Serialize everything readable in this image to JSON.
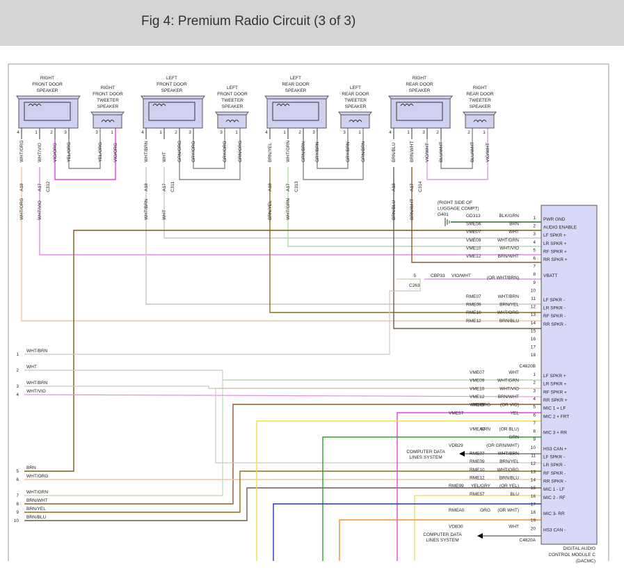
{
  "title": "Fig 4: Premium Radio Circuit (3 of 3)",
  "speakers": [
    {
      "id": "rf",
      "label": [
        "RIGHT",
        "FRONT DOOR",
        "SPEAKER"
      ],
      "tweeter": [
        "RIGHT",
        "FRONT DOOR",
        "TWEETER",
        "SPEAKER"
      ],
      "pins": [
        "4",
        "1",
        "2",
        "3"
      ],
      "tw_pins": [
        "3",
        "1"
      ],
      "wires": [
        "WHT/ORG",
        "WHT/VIO",
        "VIO/ORG",
        "YEL/ORG"
      ],
      "tw_wires": [
        "YEL/ORG",
        "VIO/ORG"
      ],
      "conn": "C312"
    },
    {
      "id": "lf",
      "label": [
        "LEFT",
        "FRONT DOOR",
        "SPEAKER"
      ],
      "tweeter": [
        "LEFT",
        "FRONT DOOR",
        "TWEETER",
        "SPEAKER"
      ],
      "pins": [
        "4",
        "1",
        "2",
        "3"
      ],
      "tw_pins": [
        "3",
        "1"
      ],
      "wires": [
        "WHT/BRN",
        "WHT",
        "GRN/ORG",
        "GRY/ORG"
      ],
      "tw_wires": [
        "GRY/ORG",
        "GRN/ORG"
      ],
      "conn": "C311"
    },
    {
      "id": "lr",
      "label": [
        "LEFT",
        "REAR DOOR",
        "SPEAKER"
      ],
      "tweeter": [
        "LEFT",
        "REAR DOOR",
        "TWEETER",
        "SPEAKER"
      ],
      "pins": [
        "4",
        "1",
        "2",
        "3"
      ],
      "tw_pins": [
        "3",
        "1"
      ],
      "wires": [
        "BRN/YEL",
        "WHT/GRN",
        "GRN/BRN",
        "GRY/BRN"
      ],
      "tw_wires": [
        "GRY/BRN",
        "GRN/BRN"
      ],
      "conn": "C313"
    },
    {
      "id": "rr",
      "label": [
        "RIGHT",
        "REAR DOOR",
        "SPEAKER"
      ],
      "tweeter": [
        "RIGHT",
        "REAR DOOR",
        "TWEETER",
        "SPEAKER"
      ],
      "pins": [
        "4",
        "1",
        "3",
        "2"
      ],
      "tw_pins": [
        "2",
        "1"
      ],
      "wires": [
        "BRN/BLU",
        "BRN/WHT",
        "VIO/WHT",
        "BLU/WHT"
      ],
      "tw_wires": [
        "BLU/WHT",
        "VIO/WHT"
      ],
      "conn": "C314"
    }
  ],
  "inline": {
    "a18": "A18",
    "a17": "A17"
  },
  "lower_speaker_wires": [
    "WHT/ORG",
    "WHT/VIO",
    "WHT/BRN",
    "WHT",
    "BRN/YEL",
    "WHT/GRN",
    "BRN/BLU",
    "BRN/WHT"
  ],
  "ground_note": [
    "(RIGHT SIDE OF",
    "LUGGAGE COMPT)",
    "G401"
  ],
  "connector_b": "C4820B",
  "connector_a": "C4820A",
  "c263": {
    "label": "C263",
    "pin": "5",
    "circuit": "CBP33",
    "wire": "VIO/WHT",
    "alt": "(OR WHT/BRN)"
  },
  "module_b_pins": [
    {
      "pin": "1",
      "func": "PWR GND",
      "circuit": "GD313",
      "wire": "BLK/GRN"
    },
    {
      "pin": "2",
      "func": "AUDIO ENABLE",
      "circuit": "SME56",
      "wire": "BRN"
    },
    {
      "pin": "3",
      "func": "LF SPKR +",
      "circuit": "VME07",
      "wire": "WHT"
    },
    {
      "pin": "4",
      "func": "LR SPKR +",
      "circuit": "VME09",
      "wire": "WHT/GRN"
    },
    {
      "pin": "5",
      "func": "RF SPKR +",
      "circuit": "VME10",
      "wire": "WHT/VIO"
    },
    {
      "pin": "6",
      "func": "RR SPKR +",
      "circuit": "VME12",
      "wire": "BRN/WHT"
    },
    {
      "pin": "7",
      "func": "",
      "circuit": "",
      "wire": ""
    },
    {
      "pin": "8",
      "func": "VBATT",
      "circuit": "",
      "wire": ""
    },
    {
      "pin": "9",
      "func": "",
      "circuit": "",
      "wire": ""
    },
    {
      "pin": "10",
      "func": "",
      "circuit": "",
      "wire": ""
    },
    {
      "pin": "11",
      "func": "LF SPKR -",
      "circuit": "RME07",
      "wire": "WHT/BRN"
    },
    {
      "pin": "12",
      "func": "LR SPKR -",
      "circuit": "RME09",
      "wire": "BRN/YEL"
    },
    {
      "pin": "13",
      "func": "RF SPKR -",
      "circuit": "RME10",
      "wire": "WHT/ORG"
    },
    {
      "pin": "14",
      "func": "RR SPKR -",
      "circuit": "RME12",
      "wire": "BRN/BLU"
    },
    {
      "pin": "15",
      "func": "",
      "circuit": "",
      "wire": ""
    },
    {
      "pin": "16",
      "func": "",
      "circuit": "",
      "wire": ""
    },
    {
      "pin": "17",
      "func": "",
      "circuit": "",
      "wire": ""
    },
    {
      "pin": "18",
      "func": "",
      "circuit": "",
      "wire": ""
    }
  ],
  "module_a_pins": [
    {
      "pin": "1",
      "func": "LF SPKR +",
      "circuit": "VME07",
      "wire": "WHT"
    },
    {
      "pin": "2",
      "func": "LR SPKR +",
      "circuit": "VME09",
      "wire": "WHT/GRN"
    },
    {
      "pin": "3",
      "func": "RF SPKR +",
      "circuit": "VME10",
      "wire": "WHT/VIO"
    },
    {
      "pin": "4",
      "func": "RR SPKR +",
      "circuit": "VME12",
      "wire": "BRN/WHT"
    },
    {
      "pin": "5",
      "func": "MIC 1 + LF",
      "circuit": "VME99",
      "wire": "VIO/ORG",
      "alt": "(OR VIO)"
    },
    {
      "pin": "6",
      "func": "MIC 2 + FRT",
      "circuit": "VME57",
      "wire": "YEL"
    },
    {
      "pin": "7",
      "func": "",
      "circuit": "",
      "wire": ""
    },
    {
      "pin": "8",
      "func": "MIC 3 + RR",
      "circuit": "VMEA0",
      "wire": "GRN",
      "alt": "(OR BLU)"
    },
    {
      "pin": "9",
      "func": "",
      "circuit": "",
      "wire": "GRN"
    },
    {
      "pin": "10",
      "func": "HS3 CAN +",
      "circuit": "VDB29",
      "wire": "",
      "alt": "(OR GRN/WHT)"
    },
    {
      "pin": "11",
      "func": "LF SPKR -",
      "circuit": "RME07",
      "wire": "WHT/BRN"
    },
    {
      "pin": "12",
      "func": "LR SPKR -",
      "circuit": "RME09",
      "wire": "BRN/YEL"
    },
    {
      "pin": "13",
      "func": "RF SPKR -",
      "circuit": "RME10",
      "wire": "WHT/ORG"
    },
    {
      "pin": "14",
      "func": "RR SPKR -",
      "circuit": "RME12",
      "wire": "BRN/BLU"
    },
    {
      "pin": "15",
      "func": "MIC 1 - LF",
      "circuit": "RME99",
      "wire": "YEL/GRY",
      "alt": "(OR YEL)"
    },
    {
      "pin": "16",
      "func": "MIC 2 - RF",
      "circuit": "RME57",
      "wire": "BLU"
    },
    {
      "pin": "17",
      "func": "",
      "circuit": "",
      "wire": ""
    },
    {
      "pin": "18",
      "func": "MIC 3- RR",
      "circuit": "RMEA0",
      "wire": "ORG",
      "alt": "(OR WHT)"
    },
    {
      "pin": "19",
      "func": "",
      "circuit": "",
      "wire": ""
    },
    {
      "pin": "20",
      "func": "HS3 CAN -",
      "circuit": "VDB30",
      "wire": "WHT"
    }
  ],
  "computer_data": [
    "COMPUTER DATA",
    "LINES SYSTEM"
  ],
  "module_name": [
    "DIGITAL AUDIO",
    "CONTROL MODULE C",
    "(DACMC)"
  ],
  "left_wires": [
    {
      "num": "1",
      "wire": "WHT/BRN"
    },
    {
      "num": "2",
      "wire": "WHT"
    },
    {
      "num": "3",
      "wire": "WHT/BRN"
    },
    {
      "num": "4",
      "wire": "WHT/VIO"
    },
    {
      "num": "5",
      "wire": "BRN"
    },
    {
      "num": "6",
      "wire": "WHT/ORG"
    },
    {
      "num": "7",
      "wire": "WHT/GRN"
    },
    {
      "num": "8",
      "wire": "BRN/WHT"
    },
    {
      "num": "9",
      "wire": "BRN/YEL"
    },
    {
      "num": "10",
      "wire": "BRN/BLU"
    }
  ],
  "colors": {
    "WHT": "#c8c8c8",
    "WHT/ORG": "#e6c9a8",
    "WHT/VIO": "#e68ce6",
    "WHT/BRN": "#d2c3b4",
    "WHT/GRN": "#b8d8b0",
    "BRN": "#7a5a10",
    "BRN/WHT": "#8c5a2c",
    "BRN/YEL": "#8c6e14",
    "BRN/BLU": "#6e5a4a",
    "VIO/WHT": "#d0a0e0",
    "VIO/ORG": "#e040e0",
    "YEL": "#f0e040",
    "GRN": "#30a030",
    "BLU": "#2030d0",
    "ORG": "#f09030",
    "YEL/GRY": "#e8e070",
    "BLK/GRN": "#2a6a2a",
    "module": "#d8d8f8",
    "speaker": "#d0d0f0"
  }
}
